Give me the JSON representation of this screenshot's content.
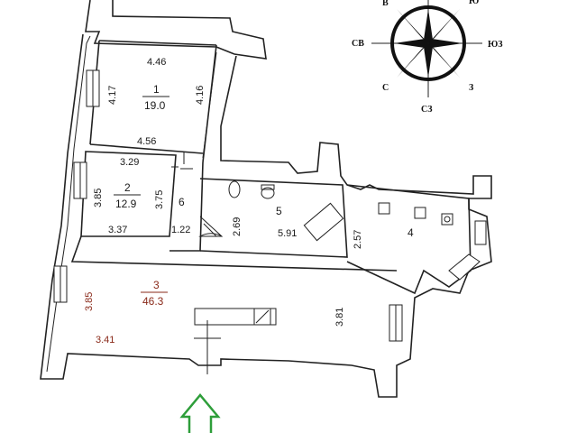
{
  "compass": {
    "labels": {
      "top_left": "В",
      "top_right": "Ю",
      "left": "СВ",
      "right": "ЮЗ",
      "bottom_left": "С",
      "bottom_right": "З",
      "bottom": "СЗ"
    }
  },
  "rooms": [
    {
      "id": "1",
      "area": "19.0",
      "dims": [
        "4.46",
        "4.17",
        "4.16",
        "4.56"
      ]
    },
    {
      "id": "2",
      "area": "12.9",
      "dims": [
        "3.29",
        "3.85",
        "3.75",
        "3.37"
      ]
    },
    {
      "id": "3",
      "area": "46.3",
      "dims": [
        "3.85",
        "3.41",
        "3.81"
      ]
    },
    {
      "id": "4"
    },
    {
      "id": "5",
      "dims": [
        "2.69",
        "5.91",
        "2.57"
      ]
    },
    {
      "id": "6",
      "dims": [
        "1.22"
      ]
    }
  ],
  "colors": {
    "entrance_arrow": "#2e9e3a",
    "room3_labels": "#8a2a1a"
  }
}
